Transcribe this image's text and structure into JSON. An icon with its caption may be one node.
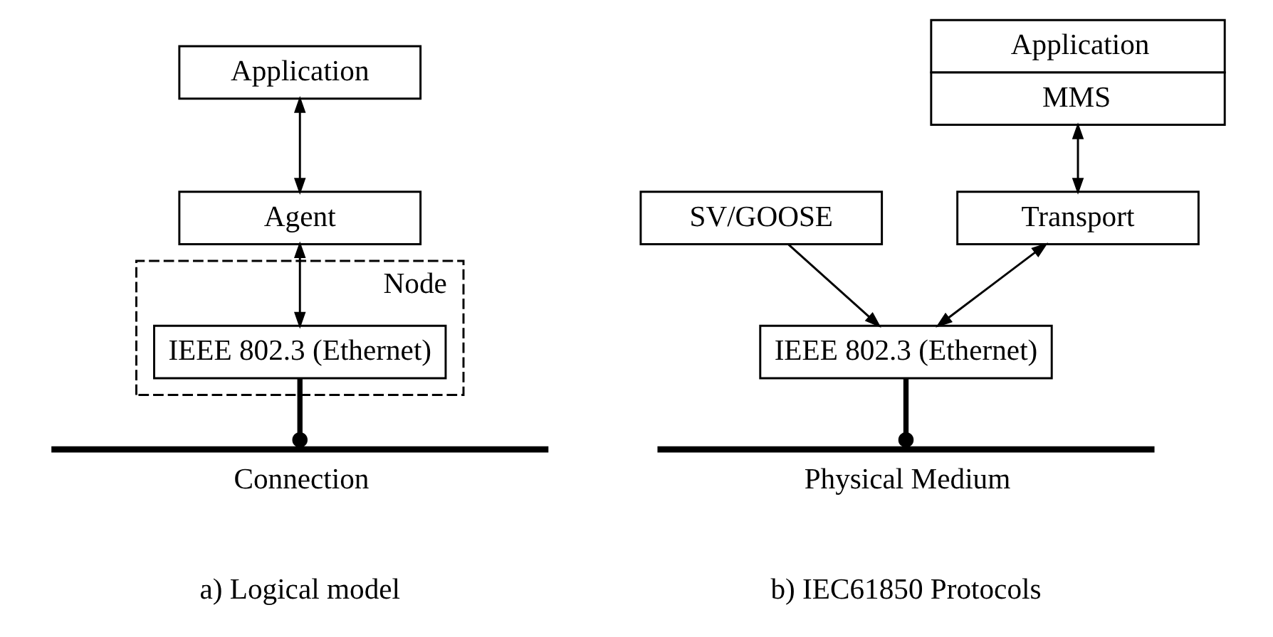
{
  "diagram": {
    "nodes": [
      {
        "text": [
          "Application"
        ]
      },
      {
        "text": [
          "Agent"
        ]
      },
      {
        "text": [
          "Node"
        ]
      },
      {
        "text": [
          "IEEE 802.3 (Ethernet)"
        ],
        "in": 2
      },
      {
        "text": [
          "Connection"
        ]
      },
      {
        "text": [
          "Application",
          "MMS"
        ]
      },
      {
        "text": [
          "SV/GOOSE"
        ]
      },
      {
        "text": [
          "Transport"
        ]
      },
      {
        "text": [
          "IEEE 802.3 (Ethernet)"
        ]
      },
      {
        "text": [
          "Physical Medium"
        ]
      }
    ],
    "edges": [
      {
        "from": 0,
        "to": 1,
        "arrow": "both"
      },
      {
        "from": 1,
        "to": 3,
        "arrow": "both"
      },
      {
        "from": 3,
        "to": 4,
        "arrow": "other",
        "style": "thick"
      },
      {
        "from": 5,
        "to": 7,
        "arrow": "both"
      },
      {
        "from": 6,
        "to": 8,
        "arrow": "to"
      },
      {
        "from": 7,
        "to": 8,
        "arrow": "both"
      },
      {
        "from": 8,
        "to": 9,
        "arrow": "other",
        "style": "thick"
      }
    ],
    "labels": [
      "a) Logical model",
      "b) IEC61850 Protocols"
    ]
  }
}
